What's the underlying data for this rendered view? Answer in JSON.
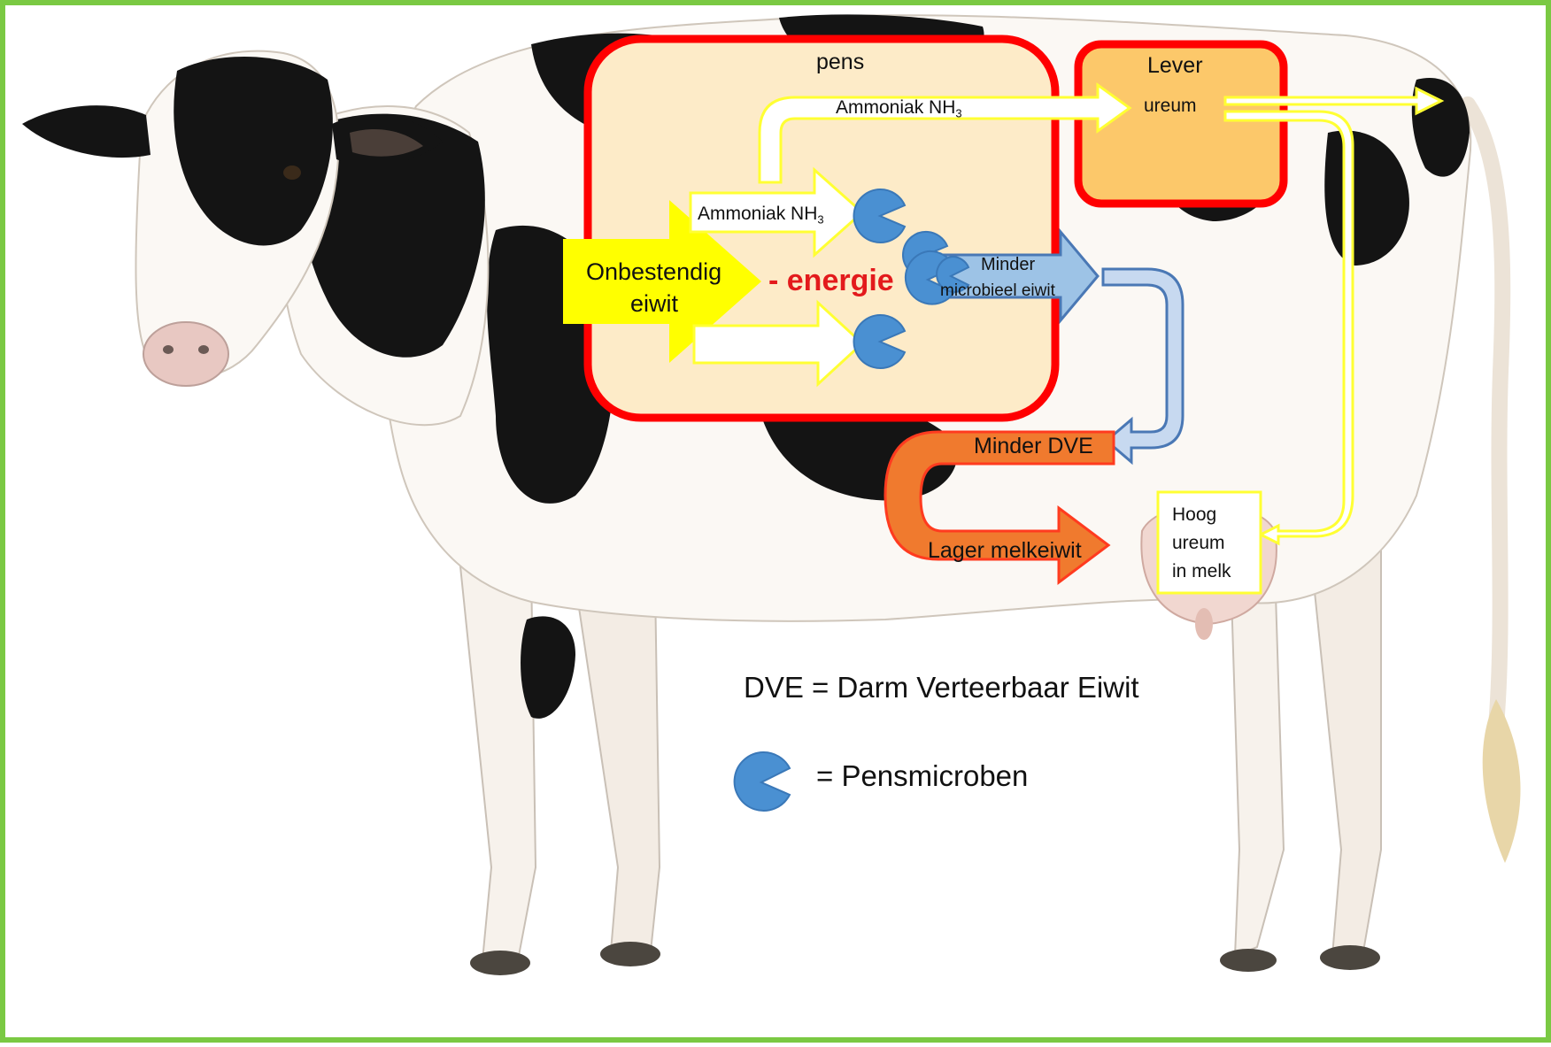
{
  "diagram": {
    "pens_box": {
      "title": "pens"
    },
    "lever_box": {
      "title": "Lever",
      "ureum": "ureum"
    },
    "arrows": {
      "ammoniak_top": {
        "text": "Ammoniak NH",
        "sub": "3"
      },
      "ammoniak_mid": {
        "text": "Ammoniak NH",
        "sub": "3"
      },
      "onbestendig_line1": "Onbestendig",
      "onbestendig_line2": "eiwit",
      "energie": "- energie",
      "minder_microbieel_line1": "Minder",
      "minder_microbieel_line2": "microbieel eiwit",
      "minder_dve": "Minder DVE",
      "lager_melkeiwit": "Lager melkeiwit"
    },
    "hoog_ureum_box": {
      "line1": "Hoog",
      "line2": "ureum",
      "line3": "in melk"
    },
    "legend": {
      "dve": "DVE = Darm Verteerbaar Eiwit",
      "microben": "= Pensmicroben"
    },
    "colors": {
      "background_green": "#7ac943",
      "pens_fill": "#fdebc8",
      "box_border": "#ff0000",
      "lever_fill": "#fcc86a",
      "yellow": "#ffff00",
      "microbe_blue": "#4a90d2",
      "light_blue_arrow": "#9dc3e6",
      "orange_arrow": "#f07a2e",
      "energie_red": "#e31a1c"
    }
  }
}
